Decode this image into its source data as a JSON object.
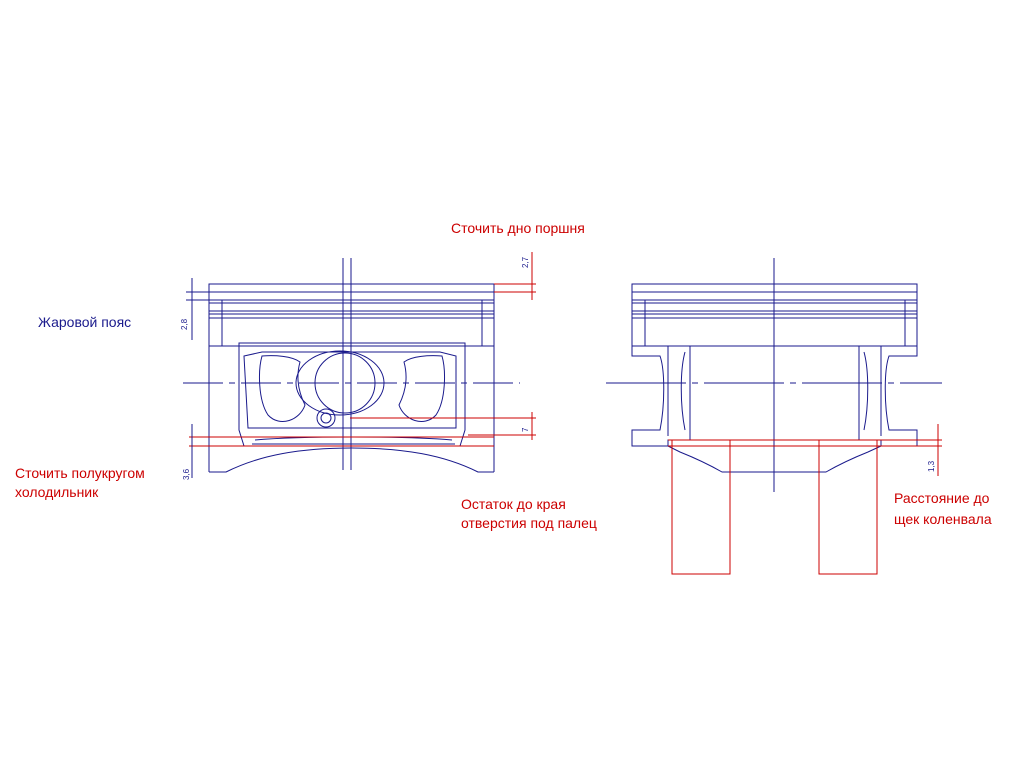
{
  "colors": {
    "outline": "#1a1a8c",
    "annotation": "#cc0000",
    "background": "#ffffff"
  },
  "labels": {
    "top_note": "Сточить дно поршня",
    "fire_belt": "Жаровой пояс",
    "left_note_line1": "Сточить полукругом",
    "left_note_line2": "холодильник",
    "middle_note_line1": "Остаток до края",
    "middle_note_line2": "отверстия под палец",
    "right_note_line1": "Расстояние до",
    "right_note_line2": "щек коленвала"
  },
  "dimensions": {
    "left_top": "2,8",
    "left_bottom": "3,6",
    "right_top": "2,7",
    "right_middle": "7",
    "right_view_bottom": "1,3"
  }
}
